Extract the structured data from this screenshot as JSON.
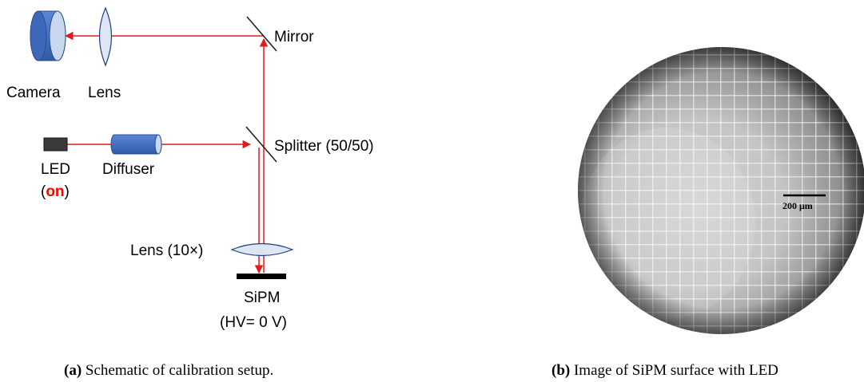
{
  "schematic": {
    "camera_label": "Camera",
    "lens_label": "Lens",
    "mirror_label": "Mirror",
    "led_label": "LED",
    "led_state_open": "(",
    "led_state": "on",
    "led_state_close": ")",
    "diffuser_label": "Diffuser",
    "splitter_label": "Splitter (50/50)",
    "lens10_label": "Lens (10×)",
    "sipm_label": "SiPM",
    "sipm_hv_label": "(HV= 0 V)"
  },
  "image_panel": {
    "scale_bar_label": "200 μm"
  },
  "captions": {
    "a_tag": "(a)",
    "a_text": " Schematic of calibration setup.",
    "b_tag": "(b)",
    "b_text": " Image of SiPM surface with LED"
  },
  "colors": {
    "beam": "#e31a1c",
    "component_blue": "#4472c4",
    "lens_fill": "#dce6f5",
    "led_box": "#3a3a3a",
    "accent_red": "#ff0000"
  }
}
